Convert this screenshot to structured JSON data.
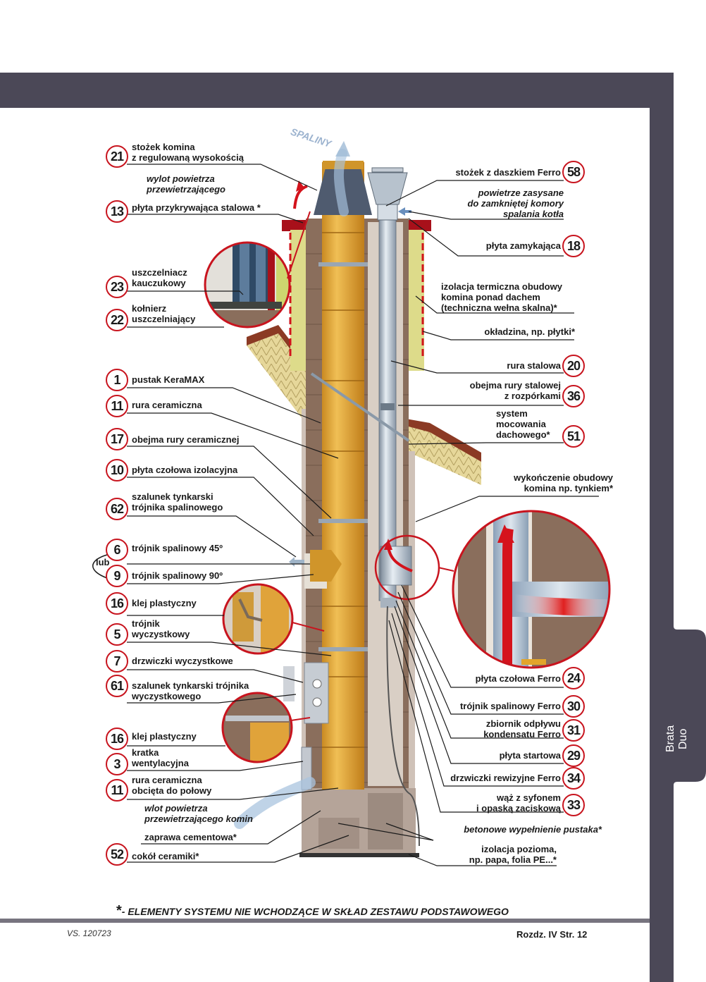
{
  "brand_tab": {
    "line1": "Brata",
    "line2": "Duo"
  },
  "colors": {
    "frame": "#4b4857",
    "ring": "#c8141e",
    "ceramic": "#e0a33a",
    "block": "#8a6e5c",
    "insulation": "#d9dc8a",
    "steel": "#b8c4d0",
    "arrow": "#d3121b"
  },
  "annotations": {
    "spaliny": "SPALINY",
    "lub": "lub"
  },
  "left_labels": [
    {
      "num": "21",
      "text": [
        "stożek komina",
        "z regulowaną wysokością"
      ]
    },
    {
      "num": "",
      "text": [
        "wylot powietrza",
        "przewietrzającego"
      ],
      "italic": true
    },
    {
      "num": "13",
      "text": [
        "płyta przykrywająca stalowa *"
      ]
    },
    {
      "num": "23",
      "text": [
        "uszczelniacz",
        "kauczukowy"
      ]
    },
    {
      "num": "22",
      "text": [
        "kołnierz",
        "uszczelniający"
      ]
    },
    {
      "num": "1",
      "text": [
        "pustak KeraMAX"
      ]
    },
    {
      "num": "11",
      "text": [
        "rura ceramiczna"
      ]
    },
    {
      "num": "17",
      "text": [
        "obejma rury ceramicznej"
      ]
    },
    {
      "num": "10",
      "text": [
        "płyta czołowa izolacyjna"
      ]
    },
    {
      "num": "62",
      "text": [
        "szalunek tynkarski",
        "trójnika spalinowego"
      ]
    },
    {
      "num": "6",
      "text": [
        "trójnik spalinowy 45º"
      ]
    },
    {
      "num": "9",
      "text": [
        "trójnik spalinowy 90º"
      ]
    },
    {
      "num": "16",
      "text": [
        "klej plastyczny"
      ]
    },
    {
      "num": "5",
      "text": [
        "trójnik",
        "wyczystkowy"
      ]
    },
    {
      "num": "7",
      "text": [
        "drzwiczki wyczystkowe"
      ]
    },
    {
      "num": "61",
      "text": [
        "szalunek tynkarski trójnika",
        "wyczystkowego"
      ]
    },
    {
      "num": "16",
      "text": [
        "klej plastyczny"
      ]
    },
    {
      "num": "3",
      "text": [
        "kratka",
        "wentylacyjna"
      ]
    },
    {
      "num": "11",
      "text": [
        "rura ceramiczna",
        "obcięta do połowy"
      ]
    },
    {
      "num": "",
      "text": [
        "wlot powietrza",
        "przewietrzającego komin"
      ],
      "italic": true
    },
    {
      "num": "",
      "text": [
        "zaprawa cementowa*"
      ]
    },
    {
      "num": "52",
      "text": [
        "cokół ceramiki*"
      ]
    }
  ],
  "right_labels": [
    {
      "num": "58",
      "text": [
        "stożek z daszkiem Ferro"
      ]
    },
    {
      "num": "",
      "text": [
        "powietrze zasysane",
        "do zamkniętej komory",
        "spalania kotła"
      ],
      "italic": true
    },
    {
      "num": "18",
      "text": [
        "płyta zamykająca"
      ]
    },
    {
      "num": "",
      "text": [
        "izolacja termiczna obudowy",
        "komina ponad dachem",
        "(techniczna wełna skalna)*"
      ]
    },
    {
      "num": "",
      "text": [
        "okładzina, np. płytki*"
      ]
    },
    {
      "num": "20",
      "text": [
        "rura stalowa"
      ]
    },
    {
      "num": "36",
      "text": [
        "obejma rury stalowej",
        "z rozpórkami"
      ]
    },
    {
      "num": "51",
      "text": [
        "system",
        "mocowania",
        "dachowego*"
      ]
    },
    {
      "num": "",
      "text": [
        "wykończenie obudowy",
        "komina np. tynkiem*"
      ]
    },
    {
      "num": "24",
      "text": [
        "płyta czołowa Ferro"
      ]
    },
    {
      "num": "30",
      "text": [
        "trójnik spalinowy Ferro"
      ]
    },
    {
      "num": "31",
      "text": [
        "zbiornik odpływu",
        "kondensatu Ferro"
      ]
    },
    {
      "num": "29",
      "text": [
        "płyta startowa"
      ]
    },
    {
      "num": "34",
      "text": [
        "drzwiczki rewizyjne Ferro"
      ]
    },
    {
      "num": "33",
      "text": [
        "wąż z syfonem",
        "i opaską zaciskową"
      ]
    },
    {
      "num": "",
      "text": [
        "betonowe wypełnienie pustaka*"
      ],
      "italic": true
    },
    {
      "num": "",
      "text": [
        "izolacja pozioma,",
        "np. papa, folia PE...*"
      ]
    }
  ],
  "footer": {
    "note_star": "*",
    "note": "- ELEMENTY SYSTEMU NIE WCHODZĄCE W SKŁAD ZESTAWU PODSTAWOWEGO",
    "version": "VS. 120723",
    "page": "Rozdz. IV  Str. 12"
  }
}
